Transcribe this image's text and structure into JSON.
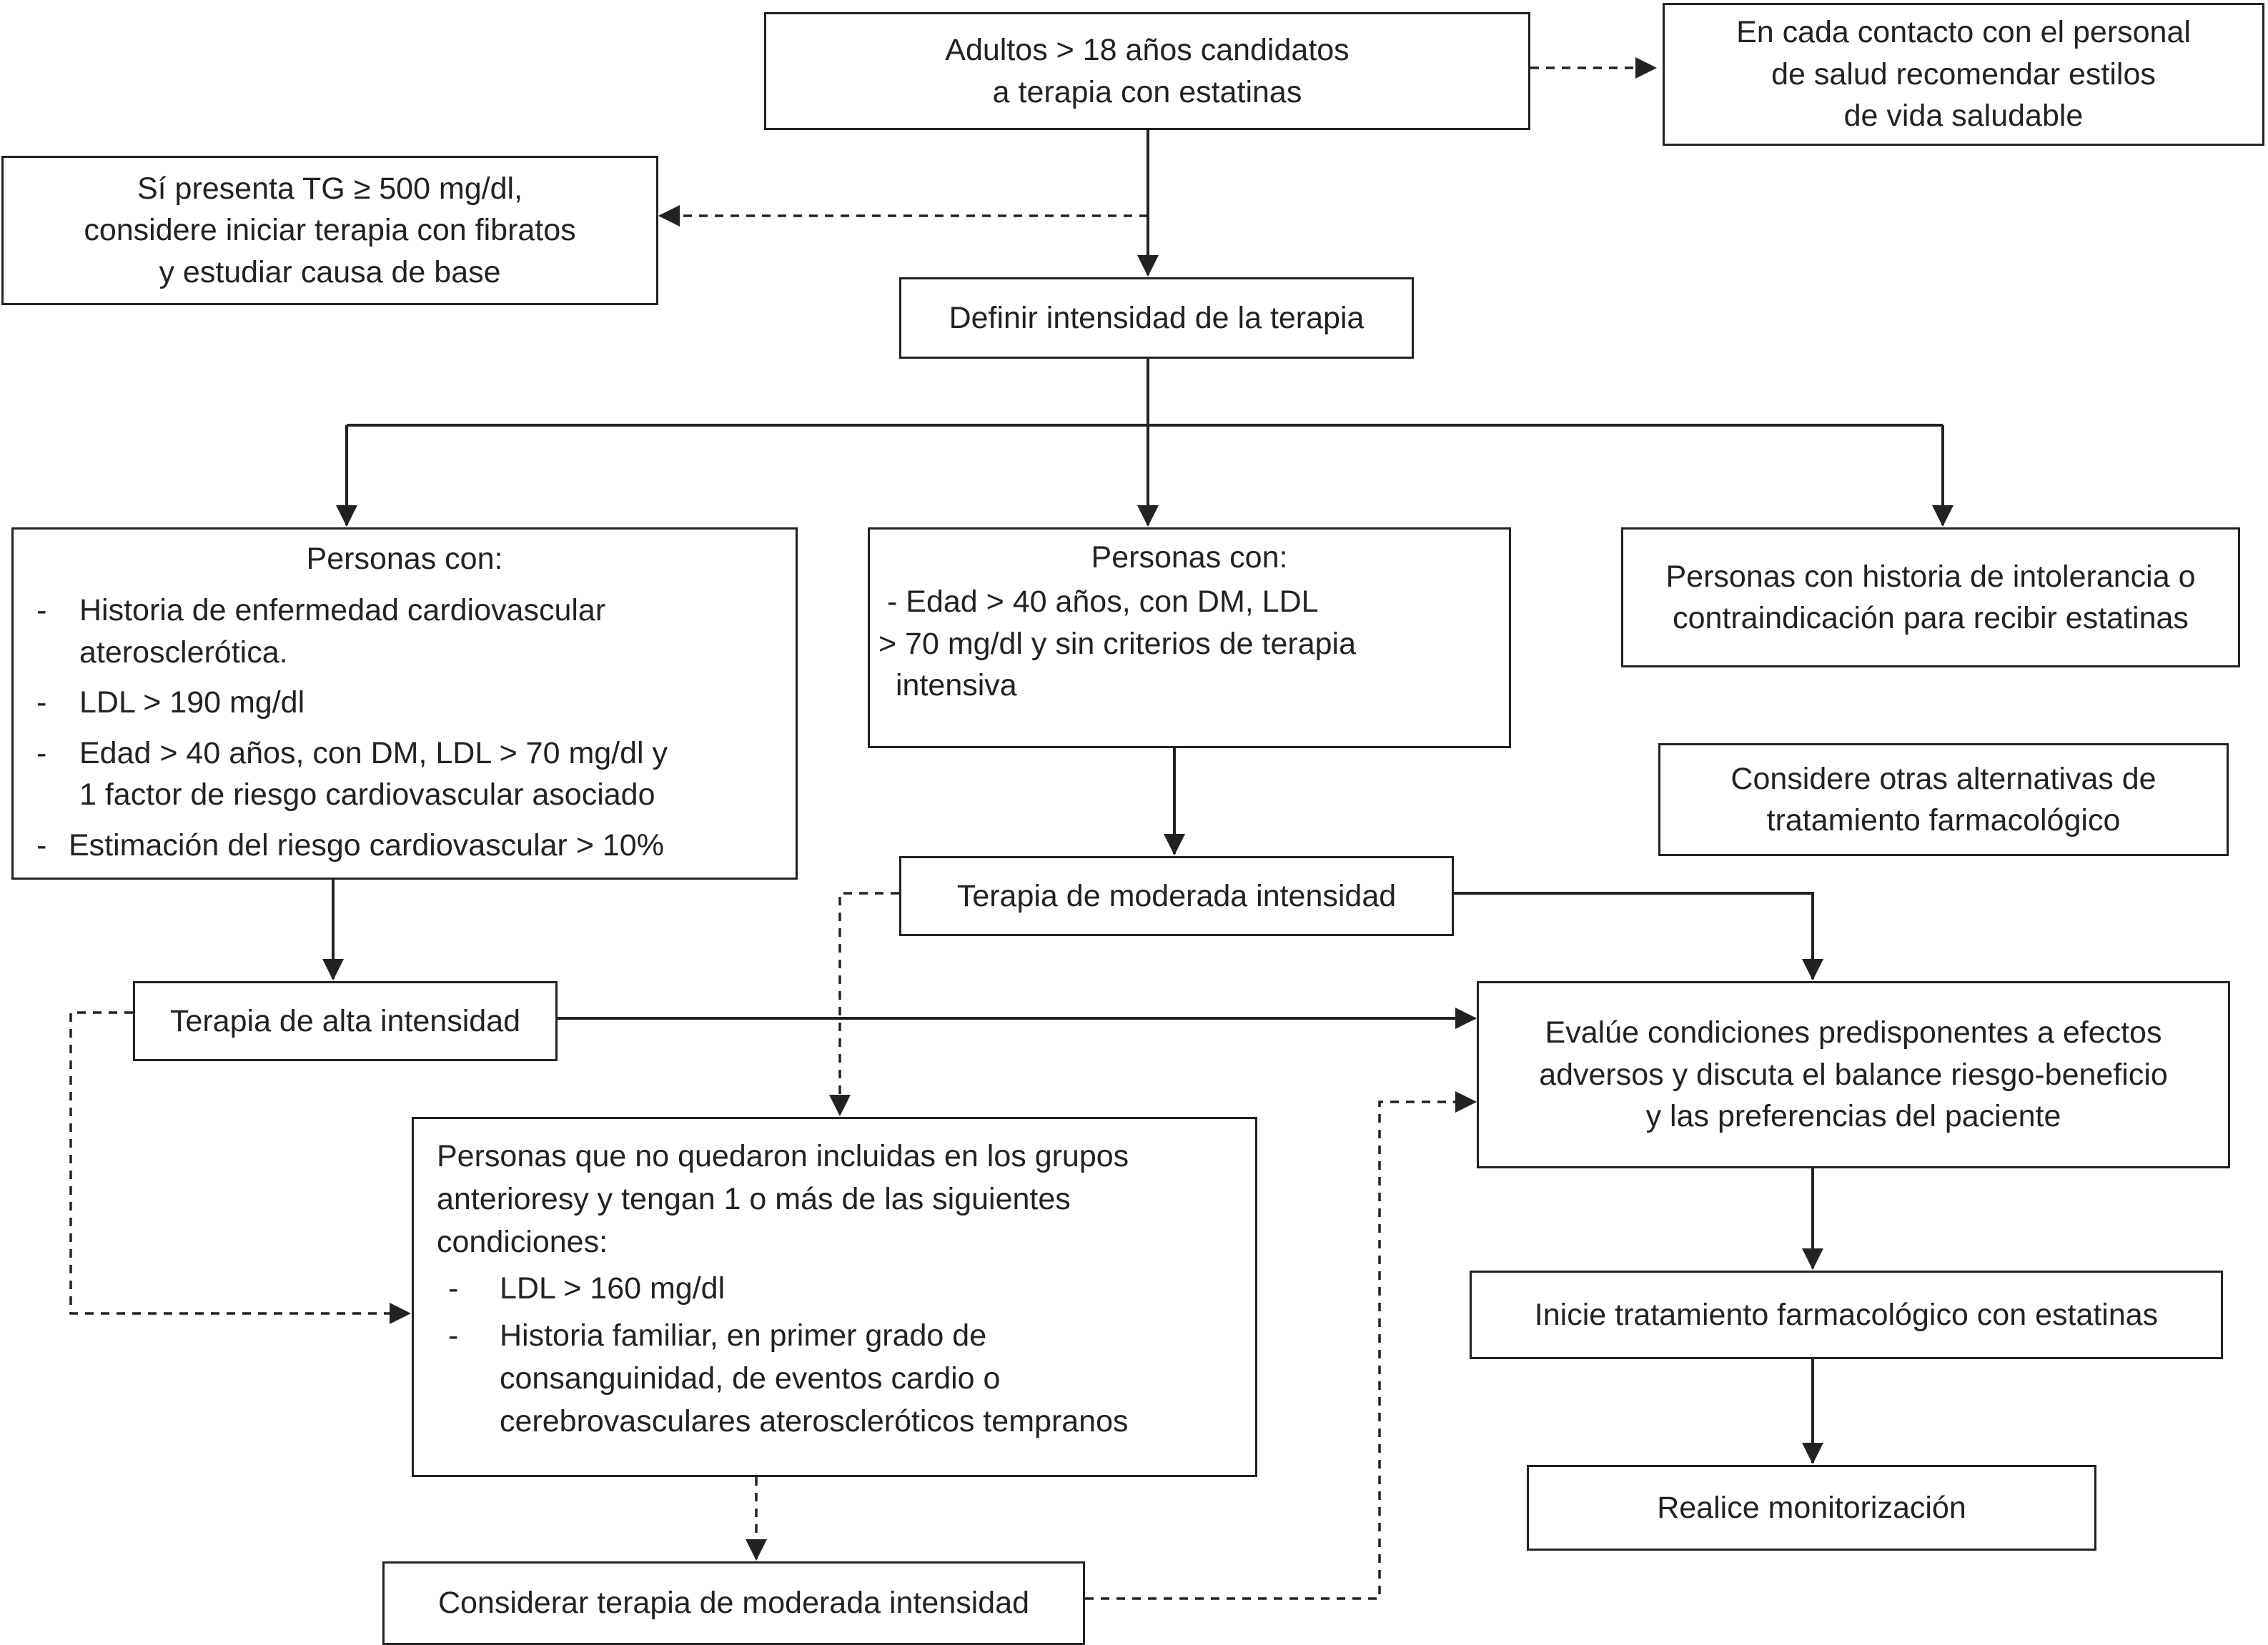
{
  "diagram": {
    "colors": {
      "line": "#222222",
      "box_fill": "#ffffff"
    },
    "nodes": {
      "adults": {
        "lines": [
          "Adultos > 18 años candidatos",
          "a terapia con estatinas"
        ]
      },
      "lifestyle": {
        "lines": [
          "En cada contacto con el personal",
          "de salud recomendar estilos",
          "de vida saludable"
        ]
      },
      "tg": {
        "lines": [
          "Sí presenta TG ≥ 500 mg/dl,",
          "considere iniciar terapia con fibratos",
          "y estudiar causa de base"
        ]
      },
      "define": {
        "lines": [
          "Definir intensidad de la terapia"
        ]
      },
      "group_high": {
        "title": "Personas con:",
        "items": [
          [
            "Historia de enfermedad cardiovascular",
            "aterosclerótica."
          ],
          [
            "LDL > 190 mg/dl"
          ],
          [
            "Edad > 40 años, con DM, LDL > 70 mg/dl y",
            "1 factor de riesgo cardiovascular asociado"
          ],
          [
            "Estimación del riesgo cardiovascular > 10%"
          ]
        ]
      },
      "group_moderate": {
        "title": "Personas con:",
        "lines": [
          "- Edad > 40 años, con DM, LDL",
          "> 70  mg/dl y sin criterios de terapia",
          "  intensiva"
        ]
      },
      "group_intolerance": {
        "lines": [
          "Personas con historia de intolerancia o",
          "contraindicación para recibir estatinas"
        ]
      },
      "alternatives": {
        "lines": [
          "Considere otras alternativas de",
          "tratamiento farmacológico"
        ]
      },
      "moderate_therapy": {
        "lines": [
          "Terapia de moderada intensidad"
        ]
      },
      "high_therapy": {
        "lines": [
          "Terapia de alta intensidad"
        ]
      },
      "evaluate": {
        "lines": [
          "Evalúe condiciones predisponentes a efectos",
          "adversos y discuta el balance riesgo-beneficio",
          "y las preferencias del paciente"
        ]
      },
      "others": {
        "intro": [
          "Personas que no quedaron incluidas en los grupos",
          "anterioresy y tengan 1 o más de las siguientes",
          "condiciones:"
        ],
        "items": [
          [
            "LDL > 160 mg/dl"
          ],
          [
            "Historia familiar, en primer grado de",
            "consanguinidad, de eventos cardio o",
            "cerebrovasculares ateroscleróticos tempranos"
          ]
        ]
      },
      "start_statins": {
        "lines": [
          "Inicie tratamiento farmacológico con estatinas"
        ]
      },
      "consider_moderate": {
        "lines": [
          "Considerar terapia de moderada intensidad"
        ]
      },
      "monitoring": {
        "lines": [
          "Realice monitorización"
        ]
      }
    }
  }
}
